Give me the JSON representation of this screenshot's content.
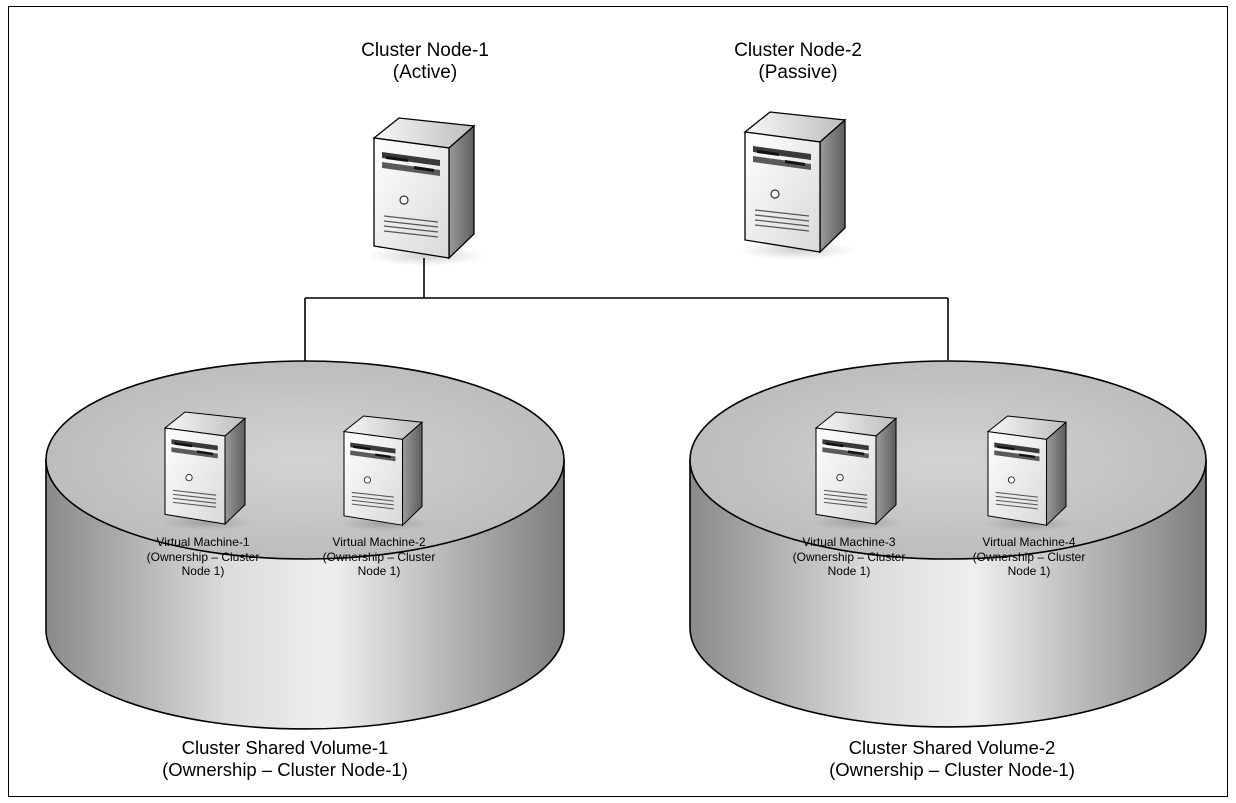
{
  "nodes": [
    {
      "name": "Cluster Node-1",
      "state": "(Active)"
    },
    {
      "name": "Cluster Node-2",
      "state": "(Passive)"
    }
  ],
  "volumes": [
    {
      "name": "Cluster Shared Volume-1",
      "ownership": "(Ownership – Cluster Node-1)",
      "vms": [
        {
          "lines": [
            "Virtual Machine-1",
            "(Ownership – Cluster",
            "Node 1)"
          ]
        },
        {
          "lines": [
            "Virtual Machine-2",
            "(Ownership – Cluster",
            "Node 1)"
          ]
        }
      ]
    },
    {
      "name": "Cluster Shared Volume-2",
      "ownership": "(Ownership – Cluster Node-1)",
      "vms": [
        {
          "lines": [
            "Virtual Machine-3",
            "(Ownership – Cluster",
            "Node 1)"
          ]
        },
        {
          "lines": [
            "Virtual Machine-4",
            "(Ownership – Cluster",
            "Node 1)"
          ]
        }
      ]
    }
  ],
  "colors": {
    "line": "#000000",
    "server_front": "#f3f3f3",
    "server_side": "#8c8c8c",
    "disk_top": "#c2c2c2",
    "disk_side_dark": "#8a8a8a",
    "disk_side_light": "#e8e8e8"
  },
  "icons": [
    "server-icon",
    "shared-volume-disk"
  ]
}
